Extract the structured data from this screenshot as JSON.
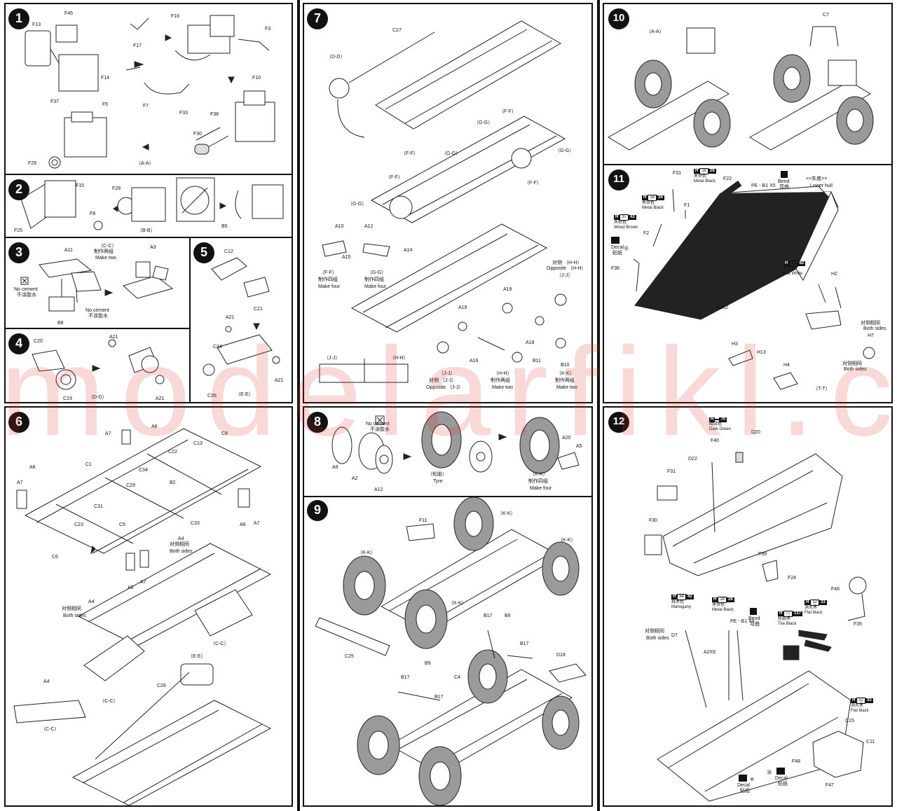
{
  "watermark": "modelarfikl.cz",
  "steps": {
    "s1": {
      "num": "1",
      "labels": {
        "f13": "F13",
        "f45": "F45",
        "f14": "F14",
        "f37": "F37",
        "f5": "F5",
        "f29": "F29",
        "f16": "F16",
        "f17": "F17",
        "f3": "F3",
        "f7": "F7",
        "f33": "F33",
        "f10": "F10",
        "f38": "F38",
        "f30": "F30",
        "sub": "（A-A）"
      }
    },
    "s2": {
      "num": "2",
      "labels": {
        "f15": "F15",
        "f28": "F28",
        "f8": "F8",
        "f25": "F25",
        "bb": "（B-B）",
        "b5": "B5"
      }
    },
    "s3": {
      "num": "3",
      "labels": {
        "cc": "（C-C）",
        "zh": "制作两组",
        "make": "Make two",
        "a11": "A11",
        "a3": "A3",
        "nocement1": "No cement",
        "nocementcn1": "不涂胶水",
        "nocement2": "No cement",
        "nocementcn2": "不涂胶水",
        "b8": "B8"
      }
    },
    "s4": {
      "num": "4",
      "labels": {
        "c20": "C20",
        "a21a": "A21",
        "c19": "C19",
        "dd": "（D-D）",
        "a21b": "A21"
      }
    },
    "s5": {
      "num": "5",
      "labels": {
        "c12": "C12",
        "c21": "C21",
        "a21a": "A21",
        "c24": "C24",
        "c35": "C35",
        "ee": "（E-E）",
        "a21b": "A21"
      }
    },
    "s6": {
      "num": "6",
      "labels": {
        "a7a": "A7",
        "a6a": "A6",
        "c8": "C8",
        "a6b": "A6",
        "a7b": "A7",
        "c1": "C1",
        "c13": "C13",
        "c22": "C22",
        "c34": "C34",
        "c29": "C29",
        "b2": "B2",
        "c31": "C31",
        "c5": "C5",
        "c33": "C33",
        "c23": "C23",
        "c6": "C6",
        "a6c": "A6",
        "a7c": "A7",
        "a4a": "A4",
        "both_cn1": "对侧相同",
        "both1": "Both sides",
        "a6d": "A6",
        "a7d": "A7",
        "a4b": "A4",
        "both_cn2": "对侧相同",
        "both2": "Both sides",
        "cc1": "（C-C）",
        "cc2": "（C-C）",
        "a4c": "A4",
        "cc3": "（C-C）",
        "ee": "（E-E）",
        "c26": "C26"
      }
    },
    "s7": {
      "num": "7",
      "labels": {
        "dd": "（D-D）",
        "c27": "C27",
        "ff1": "（F-F）",
        "gg1": "（G-G）",
        "ff2": "（F-F）",
        "gg2": "（G-G）",
        "ff3": "（F-F）",
        "gg3": "（G-G）",
        "a10": "A10",
        "a15": "A15",
        "ff_sub": "（F-F）",
        "ff_cn": "制作四组",
        "ff_en": "Make four",
        "a12": "A12",
        "a14": "A14",
        "gg_sub": "（G-G）",
        "gg_cn": "制作四组",
        "gg_en": "Make four",
        "hh1": "对侧 （H-H）",
        "hh2": "Opposite （H-H）",
        "jj1": "（J-J）",
        "a19a": "A19",
        "a19b": "A19",
        "a18": "A18",
        "a16": "A16",
        "b11": "B11",
        "b10": "B10",
        "jj2": "（J-J）",
        "hh3": "（H-H）",
        "jj_cn": "对侧 （J-J）",
        "jj_en": "Opposite （J-J）",
        "hh_sub": "（H-H）",
        "hh_cn": "制作两组",
        "hh_en": "Make two",
        "kk_sub": "（K-K）",
        "kk_cn": "制作两组",
        "kk_en": "Make two"
      }
    },
    "s8": {
      "num": "8",
      "labels": {
        "nocement": "No cement",
        "nocementcn": "不涂胶水",
        "a9": "A9",
        "a2": "A2",
        "a12": "A12",
        "tyre_cn": "（轮胎）",
        "tyre": "Tyre",
        "a20": "A20",
        "a5": "A5",
        "kk": "（K-K）",
        "kk_cn": "制作四组",
        "kk_en": "Make four"
      }
    },
    "s9": {
      "num": "9",
      "labels": {
        "f11": "F11",
        "kk1": "（K-K）",
        "kk2": "（K-K）",
        "kk3": "（K-K）",
        "kk4": "（K-K）",
        "c25": "C25",
        "b17a": "B17",
        "b9a": "B9",
        "b17b": "B17",
        "b9b": "B9",
        "b17c": "B17",
        "c4": "C4",
        "b17d": "B17",
        "d18": "D18"
      }
    },
    "s10": {
      "num": "10",
      "labels": {
        "aa": "（A-A）",
        "c7": "C7"
      }
    },
    "s11": {
      "num": "11",
      "labels": {
        "f31": "F31",
        "f22": "F22",
        "f1": "F1",
        "pe": "PE - B1 X5",
        "bend_cn": "Bend",
        "bend_cn2": "弯曲",
        "lowerhull_cn": "<<车底>>",
        "lowerhull": "Lower hull",
        "f2": "F2",
        "f36": "F36",
        "b6x2": "B6X2",
        "h2": "H2",
        "both_cn": "对侧相同",
        "both": "Both sides",
        "h3": "H3",
        "h13": "H13",
        "h4": "H4",
        "h7": "H7",
        "both_cn2": "对侧相同",
        "both2": "Both sides",
        "tt": "（T-T）",
        "decal_cn": "Decal",
        "decal_cn2": "贴纸",
        "decal_num": "⑯"
      },
      "paints": {
        "p1": {
          "h": "H",
          "n": "18",
          "m": "28",
          "cn": "黑铁色",
          "en": "Metal  Black"
        },
        "p2": {
          "h": "H",
          "n": "18",
          "m": "28",
          "cn": "黑铁色",
          "en": "Metal  Black"
        },
        "p3": {
          "h": "H",
          "n": "37",
          "m": "43",
          "cn": "木棕色",
          "en": "Wood Brown"
        },
        "p4": {
          "h": "H",
          "n": "11",
          "m": "62",
          "cn": "消光白",
          "en": "Flat White"
        }
      }
    },
    "s12": {
      "num": "12",
      "labels": {
        "f40": "F40",
        "f31": "F31",
        "d22": "D22",
        "d20": "D20",
        "f30": "F30",
        "f39": "F39",
        "f24": "F24",
        "f46": "F46",
        "f35": "F35",
        "d7": "D7",
        "a2x6": "A2X6",
        "both_cn": "对侧相同",
        "both": "Both sides",
        "pe": "PE - B1 X4",
        "bend": "Bend",
        "bend_cn": "弯曲",
        "c15": "C15",
        "c11": "C11",
        "f48": "F48",
        "f47": "F47",
        "decal1": "Decal",
        "decal1_cn": "贴纸",
        "decal1_num": "⑧",
        "decal2": "Decal",
        "decal2_cn": "贴纸",
        "decal2_num": "⑳"
      },
      "paints": {
        "p1": {
          "h": "H",
          "n": "",
          "m": "70",
          "cn": "暗绿色",
          "en": "Dark Green"
        },
        "p2": {
          "h": "H",
          "n": "84",
          "m": "42",
          "cn": "桃木色",
          "en": "Mahogany"
        },
        "p3": {
          "h": "H",
          "n": "18",
          "m": "28",
          "cn": "黑铁色",
          "en": "Metal  Black"
        },
        "p4": {
          "h": "H",
          "n": "77",
          "m": "137",
          "cn": "轮胎黑",
          "en": "Tire Black"
        },
        "p5": {
          "h": "H",
          "n": "12",
          "m": "33",
          "cn": "消光黑",
          "en": "Flat black"
        },
        "p6": {
          "h": "H",
          "n": "12",
          "m": "33",
          "cn": "消光黑",
          "en": "Flat black"
        }
      }
    }
  }
}
